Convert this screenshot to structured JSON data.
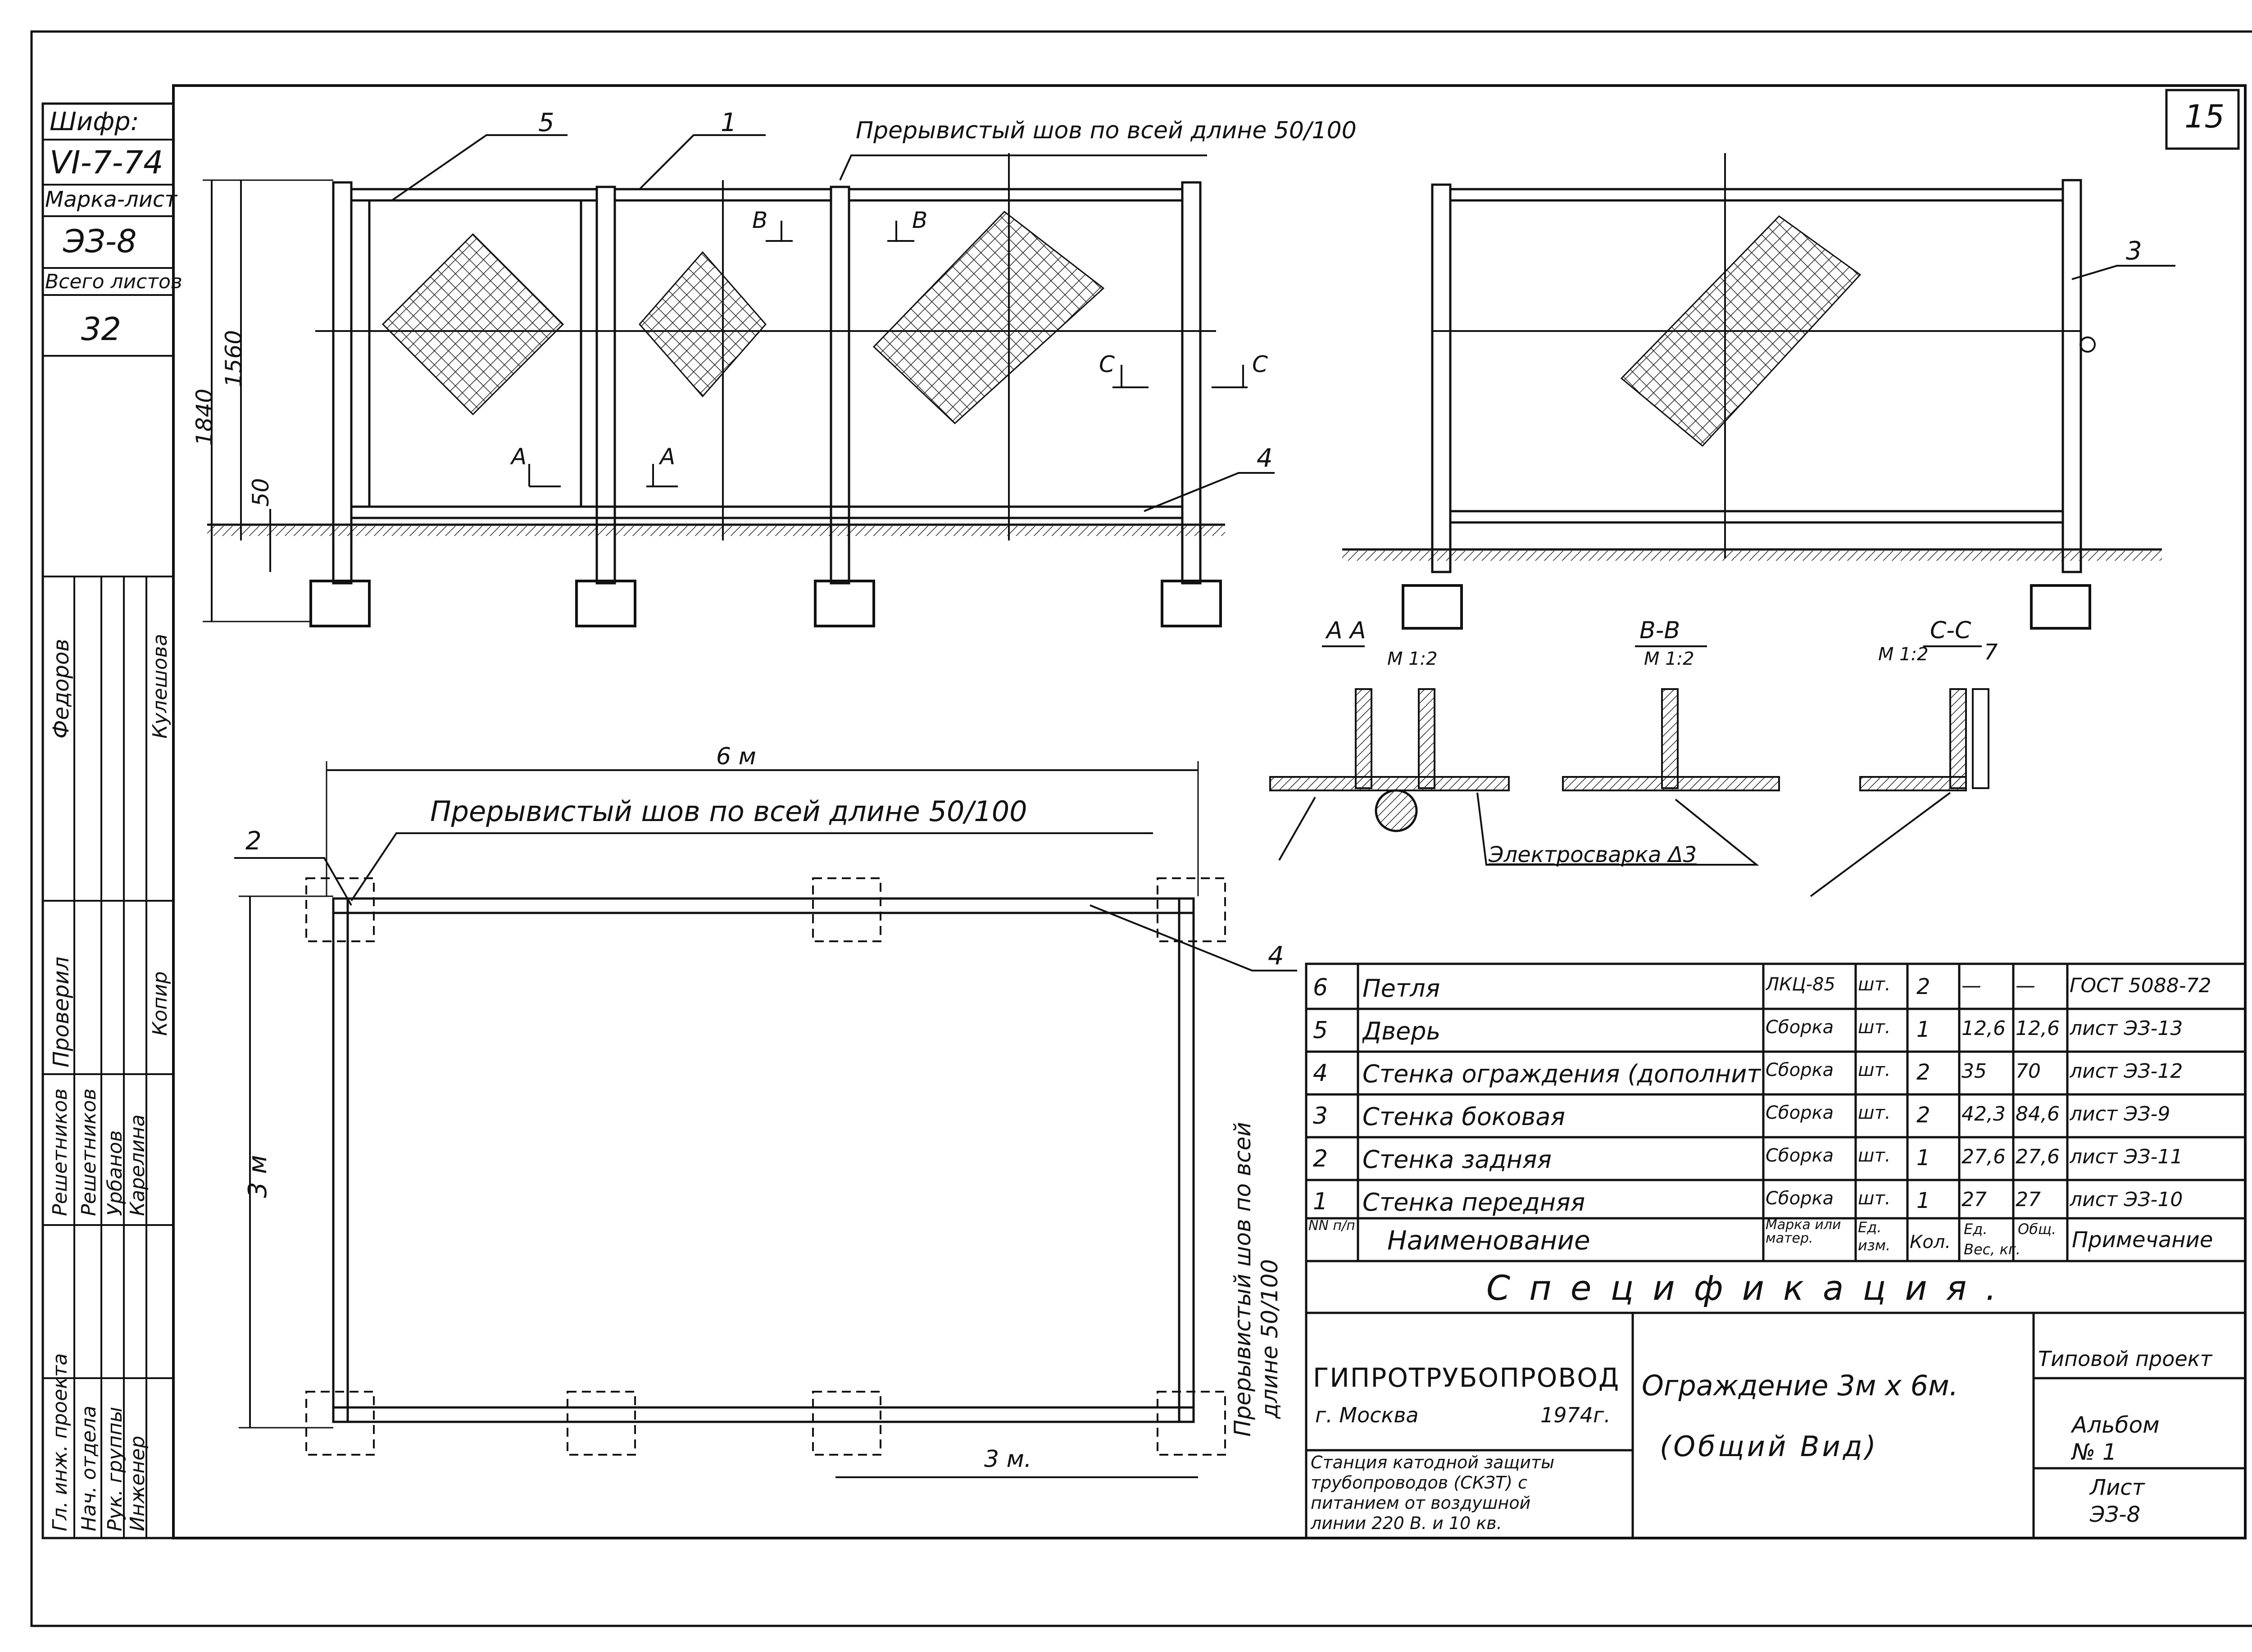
{
  "sheet_number": "15",
  "sidebar": {
    "cipher_label": "Шифр:",
    "cipher_value": "VI-7-74",
    "mark_label": "Марка-лист",
    "mark_value": "ЭЗ-8",
    "total_label": "Всего листов",
    "total_value": "32",
    "signatures": [
      {
        "role": "Гл. инж. проекта",
        "name": "Решетников"
      },
      {
        "role": "Нач. отдела",
        "name": "Решетников"
      },
      {
        "role": "Рук. группы",
        "name": "Урбанов"
      },
      {
        "role": "Инженер",
        "name": "Карелина"
      },
      {
        "role": "Проверил",
        "name": "Федоров"
      },
      {
        "role": "",
        "name": "Кулешова"
      },
      {
        "role": "",
        "name": "Копир"
      }
    ]
  },
  "front_view": {
    "note": "Прерывистый шов по всей длине 50/100",
    "callouts": [
      "5",
      "1",
      "4"
    ],
    "dim_total": "1840",
    "dim_height": "1560",
    "dim_bottom": "50",
    "section_a": "А",
    "section_b": "В",
    "section_c": "С"
  },
  "side_view": {
    "callout": "3"
  },
  "plan_view": {
    "dim_width": "6 м",
    "dim_depth": "3 м",
    "dim_half": "3 м.",
    "note_top": "Прерывистый шов по всей длине 50/100",
    "note_side_1": "Прерывистый шов по всей",
    "note_side_2": "длине 50/100",
    "callout_2": "2",
    "callout_4": "4"
  },
  "sections": {
    "aa_title": "А А",
    "aa_scale": "М 1:2",
    "bb_title": "В-В",
    "bb_scale": "М 1:2",
    "cc_title": "С-С",
    "cc_scale": "М 1:2",
    "cc_callout": "7",
    "weld_note": "Электросварка Δ3"
  },
  "spec": {
    "title": "Спецификация.",
    "headers": {
      "num": "NN п/п",
      "name": "Наименование",
      "mark": "Марка или матер.",
      "unit": "Ед. изм.",
      "qty": "Кол.",
      "weight": "Вес, кг.",
      "weight_unit": "Ед.",
      "weight_total": "Общ.",
      "note": "Примечание"
    },
    "rows": [
      {
        "num": "6",
        "name": "Петля",
        "mark": "ЛКЦ-85",
        "unit": "шт.",
        "qty": "2",
        "w1": "—",
        "w2": "—",
        "note": "ГОСТ 5088-72"
      },
      {
        "num": "5",
        "name": "Дверь",
        "mark": "Сборка",
        "unit": "шт.",
        "qty": "1",
        "w1": "12,6",
        "w2": "12,6",
        "note": "лист ЭЗ-13"
      },
      {
        "num": "4",
        "name": "Стенка ограждения (дополнительн.)",
        "mark": "Сборка",
        "unit": "шт.",
        "qty": "2",
        "w1": "35",
        "w2": "70",
        "note": "лист ЭЗ-12"
      },
      {
        "num": "3",
        "name": "Стенка боковая",
        "mark": "Сборка",
        "unit": "шт.",
        "qty": "2",
        "w1": "42,3",
        "w2": "84,6",
        "note": "лист ЭЗ-9"
      },
      {
        "num": "2",
        "name": "Стенка задняя",
        "mark": "Сборка",
        "unit": "шт.",
        "qty": "1",
        "w1": "27,6",
        "w2": "27,6",
        "note": "лист ЭЗ-11"
      },
      {
        "num": "1",
        "name": "Стенка передняя",
        "mark": "Сборка",
        "unit": "шт.",
        "qty": "1",
        "w1": "27",
        "w2": "27",
        "note": "лист ЭЗ-10"
      }
    ]
  },
  "title_block": {
    "org": "ГИПРОТРУБОПРОВОД",
    "city": "г. Москва",
    "year": "1974г.",
    "desc_1": "Станция катодной защиты",
    "desc_2": "трубопроводов (СКЗТ) с",
    "desc_3": "питанием от воздушной",
    "desc_4": "линии 220 В. и 10 кв.",
    "drawing_title": "Ограждение 3м х 6м.",
    "drawing_subtitle": "(Общий Вид)",
    "type_label": "Типовой проект",
    "album_label": "Альбом",
    "album_value": "№ 1",
    "sheet_label": "Лист",
    "sheet_value": "ЭЗ-8"
  }
}
